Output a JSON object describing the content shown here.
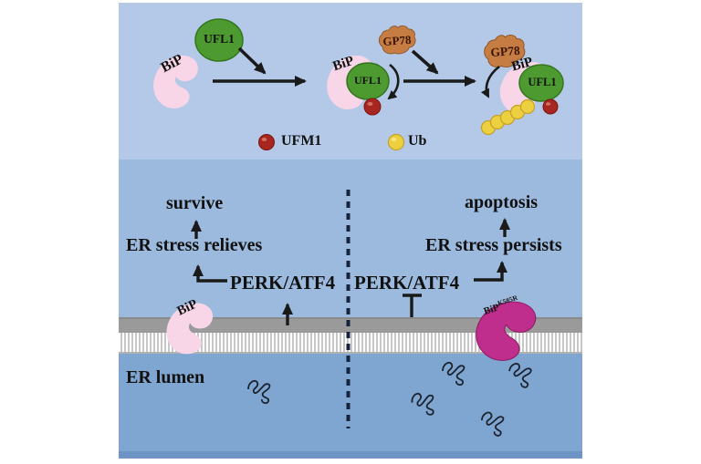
{
  "top": {
    "bip": "BiP",
    "ufl1": "UFL1",
    "gp78": "GP78",
    "legend": {
      "ufm1": "UFM1",
      "ub": "Ub"
    }
  },
  "bottom": {
    "left": {
      "outcome": "survive",
      "stress": "ER stress relieves",
      "pathway": "PERK/ATF4",
      "protein": "BiP"
    },
    "right": {
      "outcome": "apoptosis",
      "stress": "ER stress persists",
      "pathway": "PERK/ATF4",
      "protein_base": "BiP",
      "protein_sup": "K585R"
    },
    "compartment": "ER lumen"
  },
  "colors": {
    "panel_top_bg": "#b3c9e7",
    "panel_bottom_bg": "#9cbade",
    "lumen_bg": "#7fa5d1",
    "figure_edge": "#6d94c5",
    "membrane_gray": "#9a9a9a",
    "bip_pink": "#f8d6e8",
    "bip_mutant_magenta": "#bf2e8c",
    "ufl1_green": "#4d9a31",
    "gp78_brown": "#c57d43",
    "ufm1_red": "#a82620",
    "ub_yellow": "#ecd03f",
    "arrow_black": "#1a1a1a",
    "divider_dash": "#16233c"
  }
}
